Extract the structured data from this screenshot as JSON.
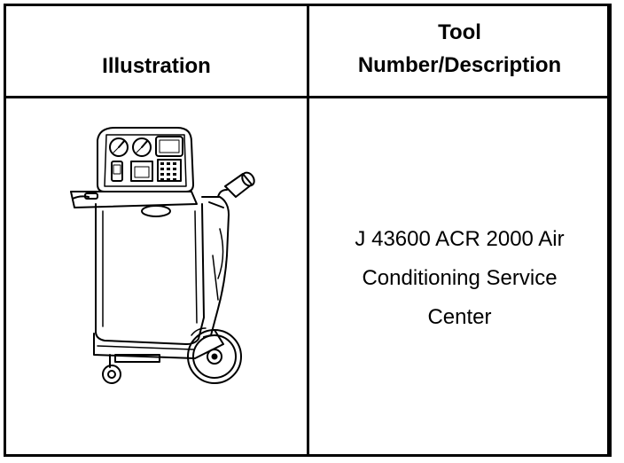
{
  "header": {
    "illustration": "Illustration",
    "tool_line1": "Tool",
    "tool_line2": "Number/Description"
  },
  "tool": {
    "line1": "J 43600 ACR 2000 Air",
    "line2": "Conditioning Service",
    "line3": "Center"
  }
}
